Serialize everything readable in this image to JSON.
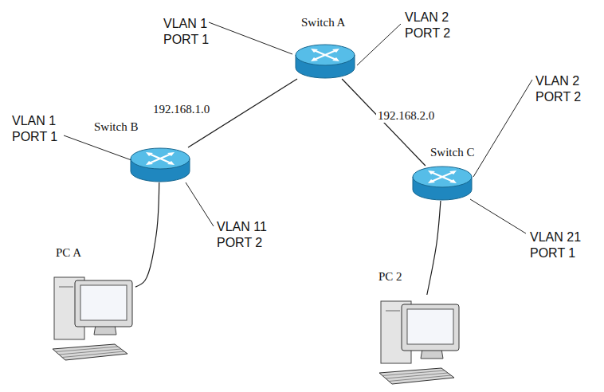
{
  "diagram": {
    "nodes": [
      {
        "text": [
          "Switch A"
        ]
      },
      {
        "text": [
          "Switch B"
        ]
      },
      {
        "text": [
          "Switch C"
        ]
      },
      {
        "text": [
          "PC A"
        ]
      },
      {
        "text": [
          "PC 2"
        ]
      }
    ],
    "edges": [
      {
        "from": 0,
        "to": 1,
        "arrow": "none",
        "label": "192.168.1.0"
      },
      {
        "from": 0,
        "to": 2,
        "arrow": "none",
        "label": "192.168.2.0"
      },
      {
        "from": 1,
        "to": 3,
        "arrow": "none"
      },
      {
        "from": 2,
        "to": 4,
        "arrow": "none"
      }
    ],
    "labels": [
      "VLAN 1 PORT 1",
      "VLAN 2 PORT 2",
      "VLAN 1 PORT 1",
      "VLAN 11 PORT 2",
      "VLAN 2 PORT 2",
      "VLAN 21 PORT 1"
    ]
  }
}
